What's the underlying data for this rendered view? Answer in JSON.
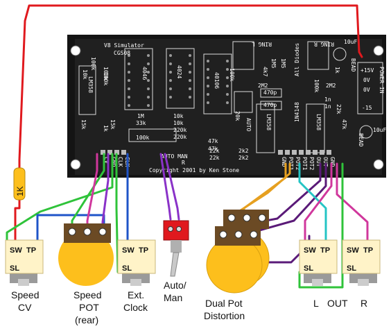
{
  "board": {
    "title": "V8 Simulator",
    "part": "CGS08",
    "copyright": "Copyright 2001 by Ken Stone",
    "automan": "AUTO MAN",
    "r_mark": "R",
    "ring_l": "RING L",
    "ring_r": "RING R",
    "all_diodes": "All Diodes",
    "diode_type": "1N4148",
    "power_in": "POWER IN",
    "rail_pos": "+15V",
    "rail_0a": "0V",
    "rail_0b": "0V",
    "rail_neg": "-15",
    "cap_top": "10uF",
    "cap_bot": "10uF",
    "bead_top": "BEAD",
    "bead_bot": "BEAD",
    "auto_label": "AUTO",
    "ic_4046": "4046",
    "ic_4024": "4024",
    "ic_40106": "40106",
    "ic_lm358_left": "LM358",
    "ic_lm358_mid": "LM358",
    "ic_lm358_right": "LM358",
    "parts": [
      "100k",
      "100k",
      "10k",
      "1M",
      "33k",
      "100k",
      "10k",
      "10k",
      "220k",
      "220k",
      "47k",
      "47k",
      "22k",
      "22k",
      "2k2",
      "2k2",
      "1M5",
      "1M5",
      "15k",
      "15k",
      "100k",
      "470p",
      "470p",
      "2M2",
      "2M2",
      "1n",
      "1n",
      "22k",
      "47k",
      "1k",
      "1k",
      "100k",
      "4k7",
      "20k",
      "100k"
    ],
    "pads_left": [
      "CV",
      "GND",
      "CLK",
      "CLK"
    ],
    "pads_right_a": [
      "GND",
      "POT1",
      "POT2"
    ],
    "pads_right_b": [
      "POT1",
      "POT2",
      "OUT",
      "OUT",
      "GND"
    ]
  },
  "resistor_label": "1K",
  "jacks": [
    {
      "id": "speed-cv",
      "sw": "SW",
      "tp": "TP",
      "sl": "SL"
    },
    {
      "id": "ext-clock",
      "sw": "SW",
      "tp": "TP",
      "sl": "SL"
    },
    {
      "id": "out-l",
      "sw": "SW",
      "tp": "TP",
      "sl": "SL"
    },
    {
      "id": "out-r",
      "sw": "SW",
      "tp": "TP",
      "sl": "SL"
    }
  ],
  "labels": {
    "speed_cv_1": "Speed",
    "speed_cv_2": "CV",
    "speed_pot_1": "Speed",
    "speed_pot_2": "POT",
    "speed_pot_3": "(rear)",
    "ext_clock_1": "Ext.",
    "ext_clock_2": "Clock",
    "auto_man_1": "Auto/",
    "auto_man_2": "Man",
    "dual_pot_1": "Dual Pot",
    "dual_pot_2": "Distortion",
    "out_l": "L",
    "out_mid": "OUT",
    "out_r": "R"
  },
  "colors": {
    "pcb": "#1a1a1a",
    "red": "#e0191e",
    "green": "#2fc33a",
    "blue": "#1f54c8",
    "cyan": "#24c4c4",
    "purple": "#8a32c8",
    "dark_purple": "#5a1a78",
    "magenta": "#d0379c",
    "orange": "#e6a020",
    "pot_body": "#fdbf1c",
    "pot_top": "#6b4a24",
    "jack_body": "#fff3c8"
  }
}
